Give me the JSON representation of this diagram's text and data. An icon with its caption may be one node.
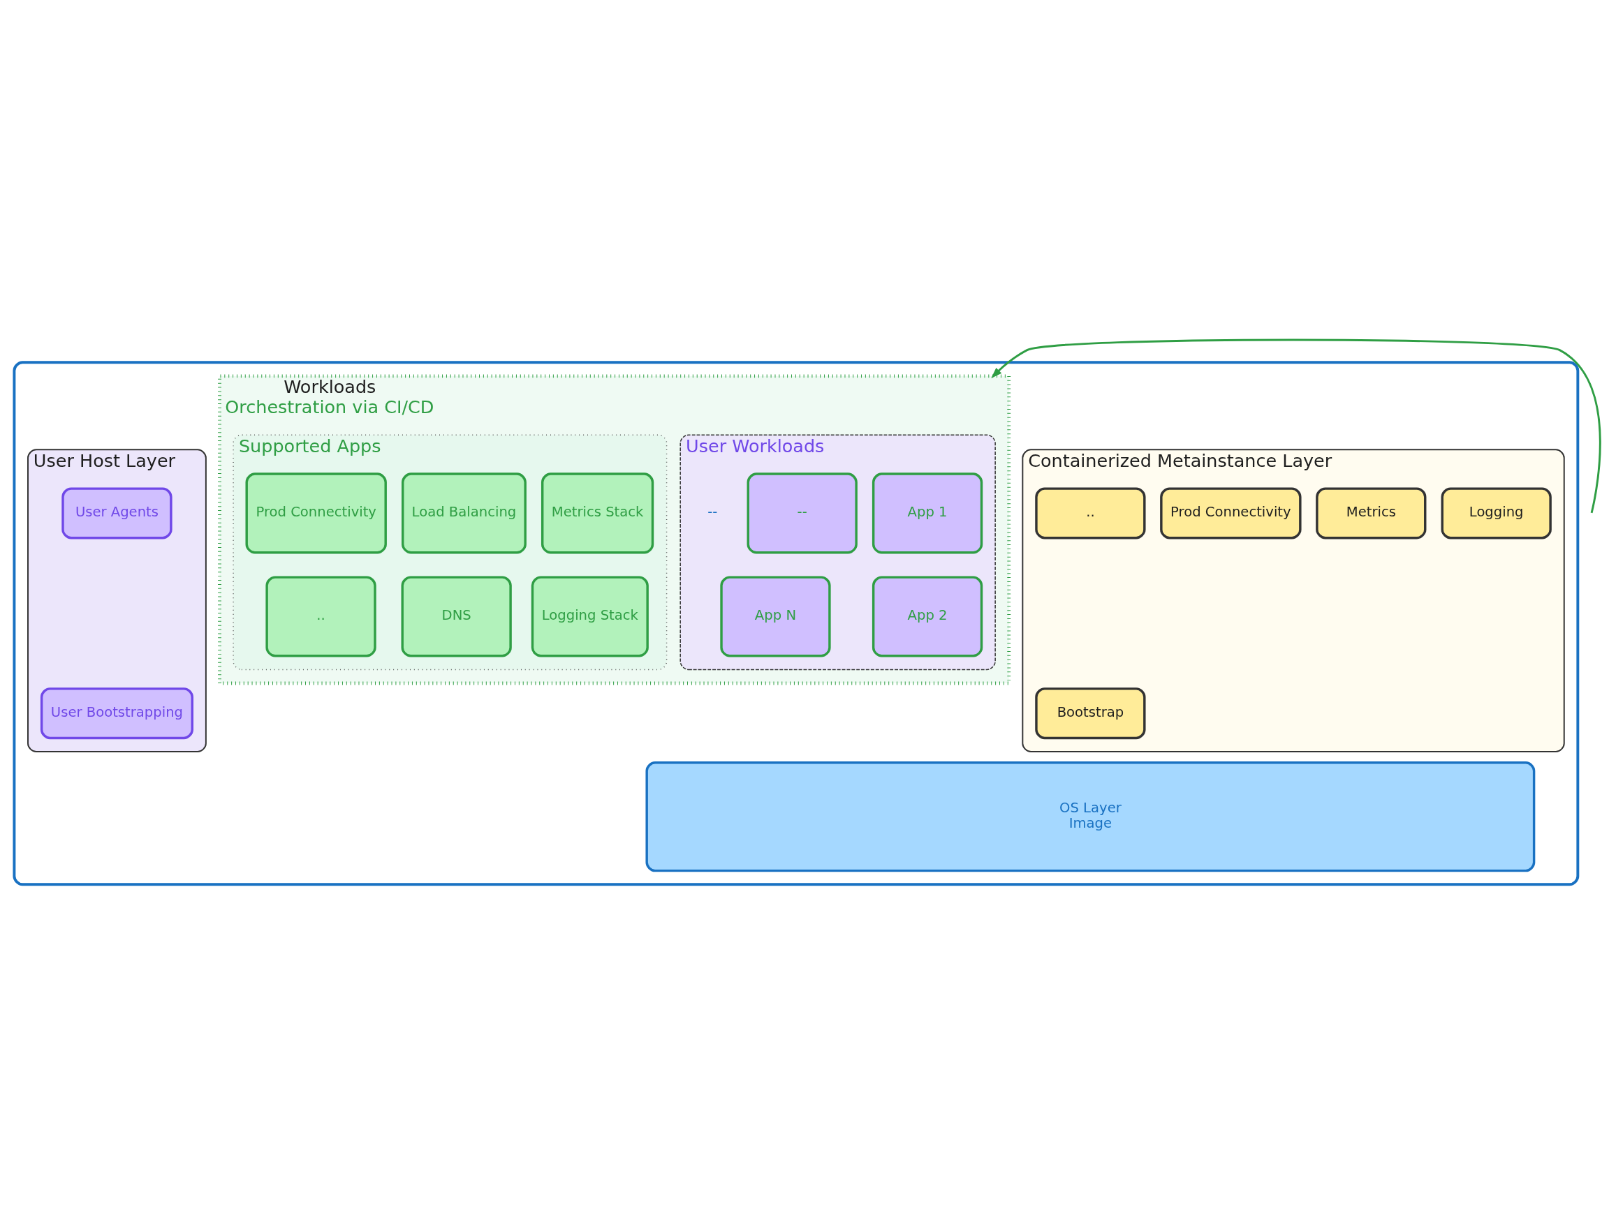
{
  "diagram": {
    "nodes": [
      {
        "text": [],
        "shape": "box"
      },
      {
        "text": [
          "Workloads",
          "Orchestration via CI/CD"
        ],
        "in": 0
      },
      {
        "text": [
          "User Workloads"
        ],
        "in": 1
      },
      {
        "text": [
          "App 1"
        ],
        "in": 2
      },
      {
        "text": [
          "--"
        ],
        "in": 2
      },
      {
        "text": [
          "App 2"
        ],
        "in": 2
      },
      {
        "text": [
          "App N"
        ],
        "in": 2
      },
      {
        "text": [
          "Supported Apps"
        ],
        "in": 1
      },
      {
        "text": [
          "Metrics Stack"
        ],
        "in": 7
      },
      {
        "text": [
          "Load Balancing"
        ],
        "in": 7
      },
      {
        "text": [
          "Prod Connectivity"
        ],
        "in": 7
      },
      {
        "text": [
          "Logging Stack"
        ],
        "in": 7
      },
      {
        "text": [
          "DNS"
        ],
        "in": 7
      },
      {
        "text": [
          ".."
        ],
        "in": 7
      },
      {
        "text": [
          "Containerized Metainstance Layer"
        ],
        "in": 0
      },
      {
        "text": [
          "Bootstrap"
        ],
        "in": 14
      },
      {
        "text": [
          "Logging"
        ],
        "in": 14
      },
      {
        "text": [
          "Metrics"
        ],
        "in": 14
      },
      {
        "text": [
          "Prod Connectivity"
        ],
        "in": 14
      },
      {
        "text": [
          ".."
        ],
        "in": 14
      },
      {
        "text": [
          "User Host Layer"
        ],
        "in": 0
      },
      {
        "text": [
          "User Bootstrapping"
        ],
        "in": 20
      },
      {
        "text": [
          "User Agents"
        ],
        "in": 20
      },
      {
        "text": [
          "OS Layer",
          "Image"
        ],
        "in": 0
      }
    ],
    "edges": [
      {
        "from": null,
        "to": 1,
        "arrow": "to"
      }
    ],
    "labels": [
      "--"
    ]
  }
}
